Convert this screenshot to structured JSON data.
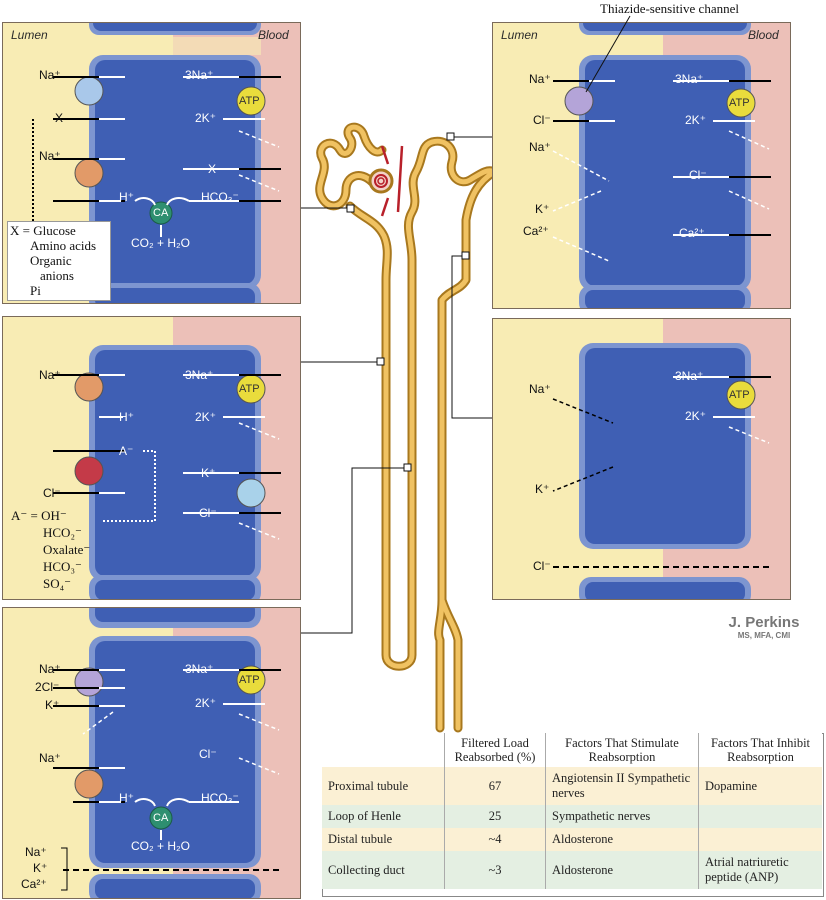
{
  "labels": {
    "lumen": "Lumen",
    "blood": "Blood",
    "atp": "ATP",
    "ca": "CA",
    "thiazide": "Thiazide-sensitive channel"
  },
  "proximal_panel": {
    "na1": "Na⁺",
    "x_in": "X",
    "na2": "Na⁺",
    "three_na": "3Na⁺",
    "two_k": "2K⁺",
    "x_out": "X",
    "h": "H⁺",
    "hco3": "HCO₃⁻",
    "co2": "CO₂ + H₂O",
    "key_head": "X = Glucose",
    "key_items": [
      "Amino acids",
      "Organic",
      "anions",
      "Pi"
    ]
  },
  "thick_panel": {
    "na": "Na⁺",
    "h": "H⁺",
    "a": "A⁻",
    "cl": "Cl⁻",
    "three_na": "3Na⁺",
    "two_k": "2K⁺",
    "k": "K⁺",
    "cl_out": "Cl⁻",
    "key_head": "A⁻ = OH⁻",
    "key_items": [
      "HCO₂⁻",
      "Oxalate⁻",
      "HCO₃⁻",
      "SO₄⁻"
    ]
  },
  "loop_panel": {
    "na": "Na⁺",
    "two_cl": "2Cl⁻",
    "k": "K⁺",
    "na2": "Na⁺",
    "h": "H⁺",
    "hco3": "HCO₃⁻",
    "co2": "CO₂ + H₂O",
    "three_na": "3Na⁺",
    "two_k": "2K⁺",
    "cl": "Cl⁻",
    "para_na": "Na⁺",
    "para_k": "K⁺",
    "para_ca": "Ca²⁺"
  },
  "distal_panel": {
    "na": "Na⁺",
    "cl": "Cl⁻",
    "na_dash": "Na⁺",
    "k": "K⁺",
    "ca": "Ca²⁺",
    "three_na": "3Na⁺",
    "two_k": "2K⁺",
    "cl_out": "Cl⁻",
    "ca_out": "Ca²⁺"
  },
  "collecting_panel": {
    "na": "Na⁺",
    "k": "K⁺",
    "three_na": "3Na⁺",
    "two_k": "2K⁺",
    "cl": "Cl⁻"
  },
  "signature": {
    "name": "J. Perkins",
    "credentials": "MS, MFA, CMI"
  },
  "table": {
    "headers": [
      "",
      "Filtered Load Reabsorbed (%)",
      "Factors That Stimulate Reabsorption",
      "Factors That Inhibit Reabsorption"
    ],
    "rows": [
      {
        "segment": "Proximal tubule",
        "pct": "67",
        "stimulate": "Angiotensin II Sympathetic nerves",
        "inhibit": "Dopamine"
      },
      {
        "segment": "Loop of Henle",
        "pct": "25",
        "stimulate": "Sympathetic nerves",
        "inhibit": ""
      },
      {
        "segment": "Distal tubule",
        "pct": "~4",
        "stimulate": "Aldosterone",
        "inhibit": ""
      },
      {
        "segment": "Collecting duct",
        "pct": "~3",
        "stimulate": "Aldosterone",
        "inhibit": "Atrial natriuretic peptide (ANP)"
      }
    ]
  },
  "colors": {
    "lumen": "#f8ecb4",
    "blood": "#ecc0b8",
    "cell": "#3f5fb4",
    "tubule": "#d9a23a",
    "atp": "#e9dc3c",
    "ca": "#2e8f70"
  }
}
